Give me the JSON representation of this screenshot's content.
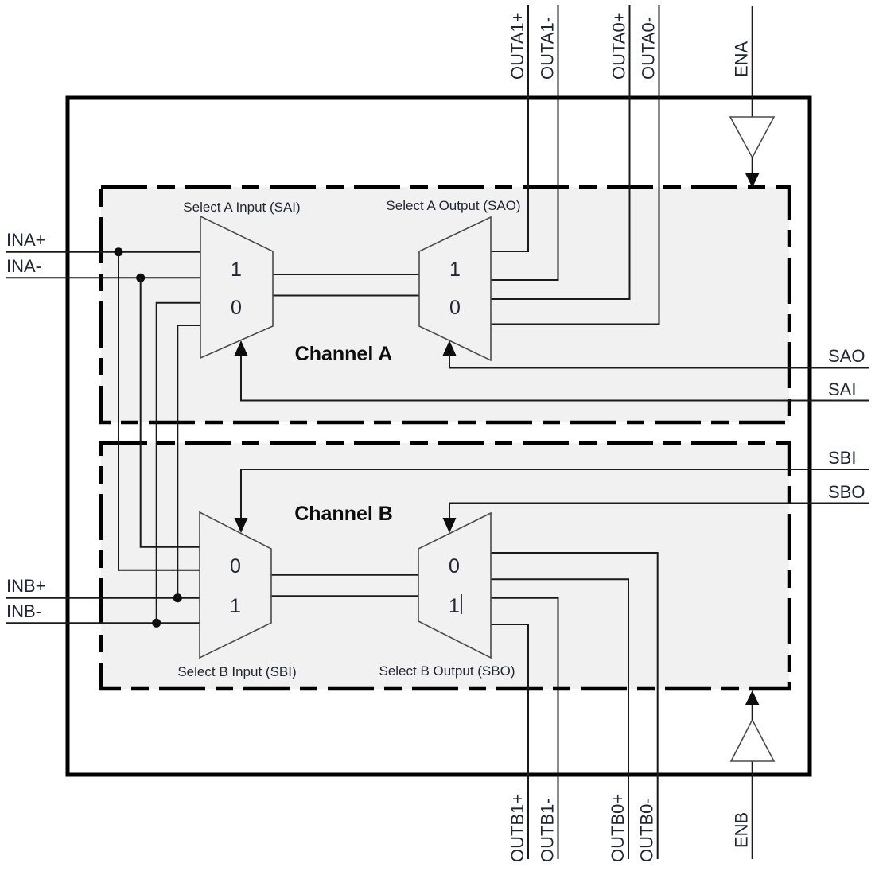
{
  "diagram_type": "functional-block-diagram",
  "channels": {
    "a": {
      "name": "Channel A",
      "input_mux": {
        "caption": "Select A Input (SAI)",
        "values": [
          "1",
          "0"
        ]
      },
      "output_mux": {
        "caption": "Select A Output (SAO)",
        "values": [
          "1",
          "0"
        ]
      }
    },
    "b": {
      "name": "Channel B",
      "input_mux": {
        "caption": "Select B Input (SBI)",
        "values": [
          "0",
          "1"
        ]
      },
      "output_mux": {
        "caption": "Select B Output (SBO)",
        "values": [
          "0",
          "1"
        ]
      }
    }
  },
  "pins": {
    "top": [
      "OUTA1+",
      "OUTA1-",
      "OUTA0+",
      "OUTA0-",
      "ENA"
    ],
    "bottom": [
      "OUTB1+",
      "OUTB1-",
      "OUTB0+",
      "OUTB0-",
      "ENB"
    ],
    "left": [
      "INA+",
      "INA-",
      "INB+",
      "INB-"
    ],
    "right": [
      "SAO",
      "SAI",
      "SBI",
      "SBO"
    ]
  },
  "colors": {
    "channel_fill": "#f1f1f1",
    "wire": "#1a1a1a",
    "frame": "#000000",
    "label_text": "#1f2633"
  }
}
